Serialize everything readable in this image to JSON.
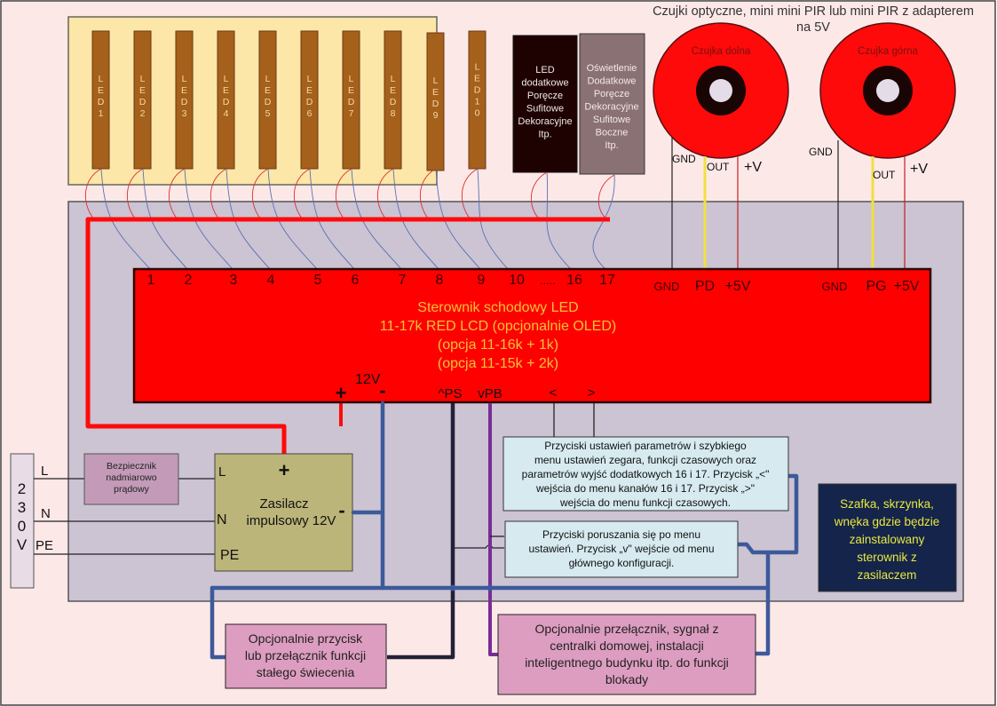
{
  "title": {
    "line1": "Czujki optyczne, mini mini PIR lub mini PIR z adapterem",
    "line2": "na 5V"
  },
  "led_strips": [
    {
      "label": "LED1"
    },
    {
      "label": "LED2"
    },
    {
      "label": "LED3"
    },
    {
      "label": "LED4"
    },
    {
      "label": "LED5"
    },
    {
      "label": "LED6"
    },
    {
      "label": "LED7"
    },
    {
      "label": "LED8"
    },
    {
      "label": "LED9"
    },
    {
      "label": "LED10"
    }
  ],
  "extra_outputs": [
    {
      "lines": [
        "LED",
        "dodatkowe",
        "Poręcze",
        "Sufitowe",
        "Dekoracyjne",
        "Itp."
      ]
    },
    {
      "lines": [
        "Oświetlenie",
        "Dodatkowe",
        "Poręcze",
        "Dekoracyjne",
        "Sufitowe",
        "Boczne",
        "Itp."
      ]
    }
  ],
  "sensors": [
    {
      "name": "Czujka dolna",
      "gnd": "GND",
      "out": "OUT",
      "vplus": "+V"
    },
    {
      "name": "Czujka górna",
      "gnd": "GND",
      "out": "OUT",
      "vplus": "+V"
    }
  ],
  "controller": {
    "channel_labels": [
      "1",
      "2",
      "3",
      "4",
      "5",
      "6",
      "7",
      "8",
      "9",
      "10",
      ".....",
      "16",
      "17"
    ],
    "sensor_pins": [
      "GND",
      "PD",
      "+5V",
      "GND",
      "PG",
      "+5V"
    ],
    "title_lines": [
      "Sterownik schodowy LED",
      "11-17k RED LCD (opcjonalnie OLED)",
      "(opcja 11-16k + 1k)",
      "(opcja 11-15k + 2k)"
    ],
    "power_label": "12V",
    "plus": "+",
    "minus": "-",
    "button_pins": [
      "^PS",
      "vPB",
      "<",
      ">"
    ]
  },
  "mains": {
    "label_chars": [
      "2",
      "3",
      "0",
      "V"
    ],
    "lines": [
      "L",
      "N",
      "PE"
    ]
  },
  "fuse": {
    "lines": [
      "Bezpiecznik",
      "nadmiarowo",
      "prądowy"
    ]
  },
  "psu": {
    "lines": [
      "Zasilacz",
      "impulsowy 12V"
    ],
    "in_L": "L",
    "in_N": "N",
    "in_PE": "PE",
    "plus": "+",
    "minus": "-"
  },
  "notes": {
    "settings_buttons": [
      "Przyciski ustawień parametrów              i szybkiego",
      "menu ustawień zegara, funkcji czasowych oraz",
      "parametrów wyjść dodatkowych 16 i 17. Przycisk „<\"",
      "wejścia do menu kanałów 16 i 17. Przycisk „>\"",
      "wejścia do menu funkcji czasowych."
    ],
    "menu_buttons": [
      "Przyciski poruszania się po menu",
      "ustawień. Przycisk „v\" wejście od menu",
      "głównego konfiguracji."
    ],
    "cabinet": [
      "Szafka, skrzynka,",
      "wnęka gdzie będzie",
      "zainstalowany",
      "sterownik z",
      "zasilaczem"
    ],
    "constant_light": [
      "Opcjonalnie przycisk",
      "lub przełącznik funkcji",
      "stałego świecenia"
    ],
    "lock_switch": [
      "Opcjonalnie przełącznik, sygnał z",
      "centralki domowej, instalacji",
      "inteligentnego budynku itp. do funkcji",
      "blokady"
    ]
  },
  "colors": {
    "page_bg": "#fde8e8",
    "cabinet_bg": "#ccc3d3",
    "led_panel_bg": "#fce6a8",
    "led_strip": "#a5601c",
    "controller_red": "#ff0000",
    "wire_red": "#ff0a0a",
    "wire_blue": "#3c5a9a",
    "wire_dark": "#23203a",
    "wire_purple": "#7a2c96",
    "wire_yellow": "#f0e040",
    "psu_bg": "#bcb57a",
    "fuse_bg": "#c39ab8",
    "note_bg": "#d6eaf0",
    "cabinet_note_bg": "#14244a",
    "cabinet_note_text": "#e8e840",
    "controller_text": "#f7c23a",
    "option_box_bg": "#dd9dc0"
  }
}
